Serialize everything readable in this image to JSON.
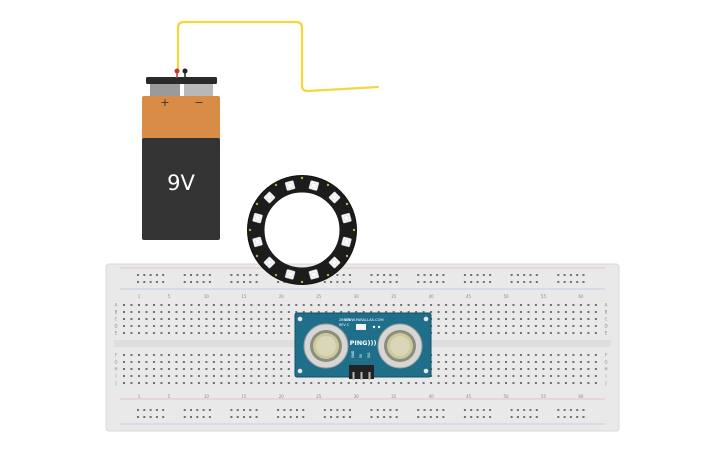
{
  "battery": {
    "voltage_label": "9V",
    "plus_symbol": "+",
    "minus_symbol": "−",
    "colors": {
      "top": "#d98c45",
      "bottom": "#333333",
      "cap": "#2a2a2a"
    }
  },
  "wire": {
    "color": "#f2d83b"
  },
  "ring": {
    "pixel_count": 12,
    "colors": {
      "board": "#1c1c1c",
      "led_body": "#f4f4f4"
    }
  },
  "sensor": {
    "brand_line": "WWW.PARALLAX.COM",
    "part_number": "28015",
    "revision": "REV C",
    "name": "PING)))",
    "pin_labels": [
      "GND",
      "5V",
      "SIG"
    ],
    "colors": {
      "board": "#1f6f8b",
      "transducer": "#c9c9a0"
    }
  },
  "breadboard": {
    "column_numbers": [
      "1",
      "5",
      "10",
      "15",
      "20",
      "25",
      "30",
      "35",
      "40",
      "45",
      "50",
      "55",
      "60"
    ],
    "row_letters_top": [
      "A",
      "B",
      "C",
      "D",
      "E"
    ],
    "row_letters_bottom": [
      "F",
      "G",
      "H",
      "I",
      "J"
    ],
    "colors": {
      "body": "#e9e9e9",
      "hole": "#707070"
    }
  }
}
